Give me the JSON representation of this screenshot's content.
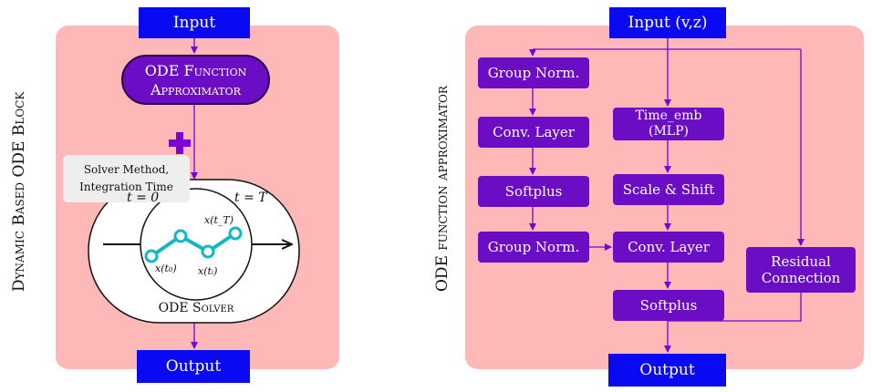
{
  "left": {
    "side_label": "Dynamic Based ODE Block",
    "input_label": "Input",
    "output_label": "Output",
    "ode_function": {
      "line1": "ODE Function",
      "line2": "Approximator"
    },
    "solver_params": {
      "line1": "Solver Method,",
      "line2": "Integration Time"
    },
    "t0_label": "t = 0",
    "tT_label": "t = T",
    "points": {
      "p0": "x(t₀)",
      "pi": "x(tᵢ)",
      "pT": "x(t_T)"
    },
    "solver_label": "ODE Solver"
  },
  "right": {
    "side_label": "ODE function approximator",
    "input_label": "Input (v,z)",
    "output_label": "Output",
    "group_norm_1": "Group Norm.",
    "conv_layer_1": "Conv. Layer",
    "softplus_1": "Softplus",
    "group_norm_2": "Group Norm.",
    "time_emb_line1": "Time_emb",
    "time_emb_line2": "(MLP)",
    "scale_shift": "Scale & Shift",
    "conv_layer_2": "Conv. Layer",
    "softplus_2": "Softplus",
    "residual_line1": "Residual",
    "residual_line2": "Connection"
  },
  "colors": {
    "panel": "#ffb8b8",
    "io_box": "#0a0af2",
    "layer_box": "#6a0dc4",
    "arrow": "#7b00d6",
    "trajectory": "#11b8c4"
  }
}
